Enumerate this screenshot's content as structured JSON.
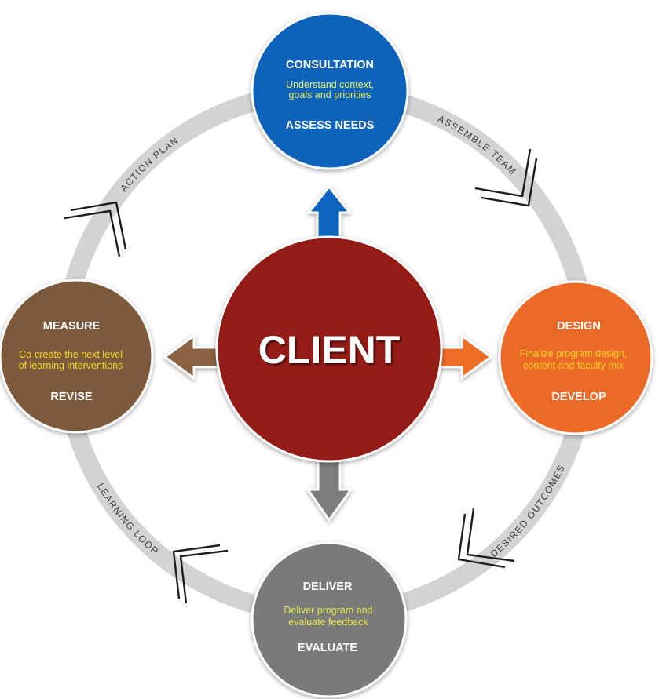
{
  "diagram": {
    "center": {
      "label": "CLIENT",
      "color": "#951a14"
    },
    "ring_color": "#d3d3d3",
    "stages": [
      {
        "id": "consultation",
        "title": "CONSULTATION",
        "description": [
          "Understand context,",
          "goals and priorities"
        ],
        "subtitle": "ASSESS NEEDS",
        "color": "#0d63b9",
        "description_color": "#e8ef5c",
        "arrow_color": "#0e65bd"
      },
      {
        "id": "design",
        "title": "DESIGN",
        "description": [
          "Finalize program design,",
          "content and faculty mix"
        ],
        "subtitle": "DEVELOP",
        "color": "#ec6b27",
        "description_color": "#ffd02a",
        "arrow_color": "#ee6d25"
      },
      {
        "id": "deliver",
        "title": "DELIVER",
        "description": [
          "Deliver program and",
          "evaluate feedback"
        ],
        "subtitle": "EVALUATE",
        "color": "#7a7a7a",
        "description_color": "#e4ea4a",
        "arrow_color": "#7d7d7d"
      },
      {
        "id": "measure",
        "title": "MEASURE",
        "description": [
          "Co-create the next level",
          "of learning interventions"
        ],
        "subtitle": "REVISE",
        "color": "#7e5a3d",
        "description_color": "#f4d52a",
        "arrow_color": "#8a6243"
      }
    ],
    "connectors": [
      "ASSEMBLE TEAM",
      "DESIRED OUTCOMES",
      "LEARNING LOOP",
      "ACTION PLAN"
    ]
  }
}
